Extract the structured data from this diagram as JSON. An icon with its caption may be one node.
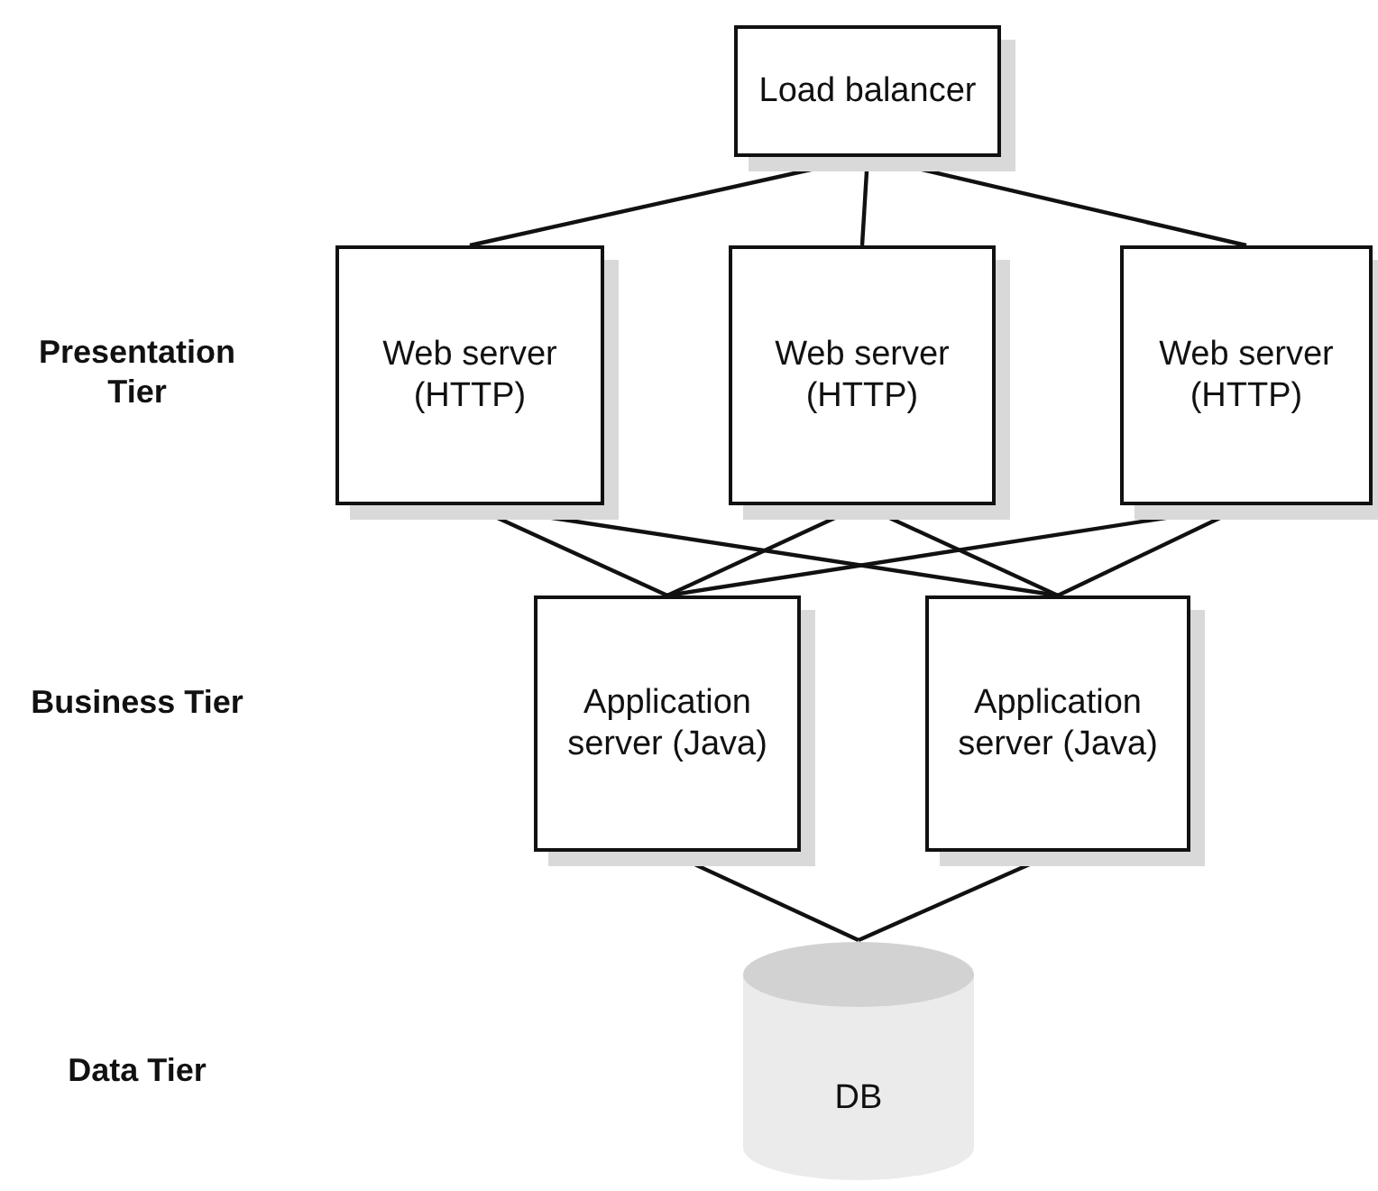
{
  "diagram": {
    "nodes": [
      {
        "text": [
          "Load balancer"
        ]
      },
      {
        "text": [
          "Web server (HTTP)"
        ]
      },
      {
        "text": [
          "Web server (HTTP)"
        ]
      },
      {
        "text": [
          "Web server (HTTP)"
        ]
      },
      {
        "text": [
          "Application server (Java)"
        ]
      },
      {
        "text": [
          "Application server (Java)"
        ]
      },
      {
        "text": [
          "DB"
        ]
      }
    ],
    "edges": [
      {
        "from": 0,
        "to": 1,
        "arrow": "none"
      },
      {
        "from": 0,
        "to": 2,
        "arrow": "none"
      },
      {
        "from": 0,
        "to": 3,
        "arrow": "none"
      },
      {
        "from": 1,
        "to": 4,
        "arrow": "none"
      },
      {
        "from": 1,
        "to": 5,
        "arrow": "none"
      },
      {
        "from": 2,
        "to": 4,
        "arrow": "none"
      },
      {
        "from": 2,
        "to": 5,
        "arrow": "none"
      },
      {
        "from": 3,
        "to": 4,
        "arrow": "none"
      },
      {
        "from": 3,
        "to": 5,
        "arrow": "none"
      },
      {
        "from": 4,
        "to": 6,
        "arrow": "none"
      },
      {
        "from": 5,
        "to": 6,
        "arrow": "none"
      }
    ],
    "labels": [
      "Presentation Tier",
      "Business Tier",
      "Data Tier"
    ]
  }
}
